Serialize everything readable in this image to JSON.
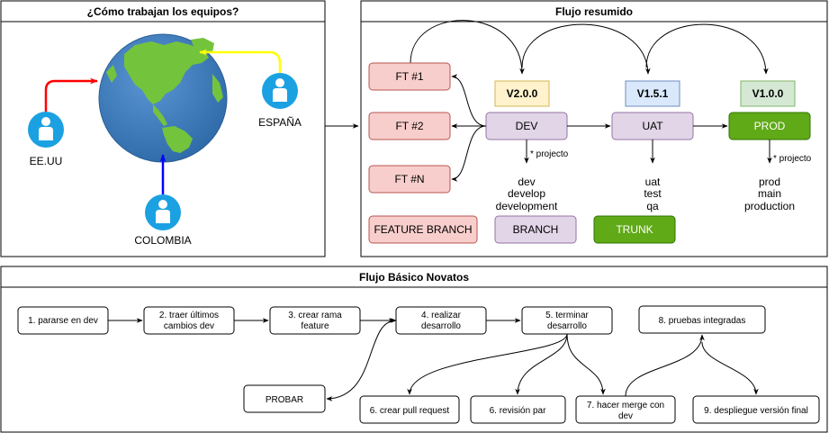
{
  "panels": {
    "teams_title": "¿Cómo trabajan los equipos?",
    "flow_title": "Flujo resumido",
    "novice_title": "Flujo Básico Novatos"
  },
  "teams": {
    "usa": "EE.UU",
    "spain": "ESPAÑA",
    "colombia": "COLOMBIA"
  },
  "flow": {
    "features": [
      "FT #1",
      "FT #2",
      "FT #N"
    ],
    "feature_branch": "FEATURE BRANCH",
    "versions": [
      "V2.0.0",
      "V1.5.1",
      "V1.0.0"
    ],
    "envs": [
      "DEV",
      "UAT",
      "PROD"
    ],
    "projecto_note": "* projecto",
    "dev_names": [
      "dev",
      "develop",
      "development"
    ],
    "uat_names": [
      "uat",
      "test",
      "qa"
    ],
    "prod_names": [
      "prod",
      "main",
      "production"
    ],
    "branch_label": "BRANCH",
    "trunk_label": "TRUNK"
  },
  "novice": {
    "step1": "1. pararse en dev",
    "step2": [
      "2. traer últimos",
      "cambios dev"
    ],
    "step3": [
      "3. crear rama",
      "feature"
    ],
    "step4": [
      "4. realizar",
      "desarrollo"
    ],
    "step5": [
      "5. terminar",
      "desarrollo"
    ],
    "step6": "6.  crear pull request",
    "step7": "6.  revisión par",
    "step8": [
      "7. hacer merge con",
      "dev"
    ],
    "step9": "8. pruebas integradas",
    "step10": "9. despliegue versión final",
    "probar": "PROBAR"
  },
  "colors": {
    "feature_fill": "#f8cecc",
    "feature_stroke": "#b85450",
    "dev_fill": "#e1d5e7",
    "dev_stroke": "#9673a6",
    "v2_fill": "#fff2cc",
    "v2_stroke": "#d6b656",
    "v15_fill": "#dae8fc",
    "v15_stroke": "#6c8ebf",
    "v10_fill": "#d5e8d4",
    "v10_stroke": "#82b366",
    "prod_fill": "#60a917",
    "prod_stroke": "#2d7600",
    "ocean": "#3e7bbf",
    "land": "#74c33d",
    "person": "#1ba1e2",
    "arrow_red": "#ff0000",
    "arrow_yellow": "#ffff00",
    "arrow_blue": "#0000ff"
  }
}
